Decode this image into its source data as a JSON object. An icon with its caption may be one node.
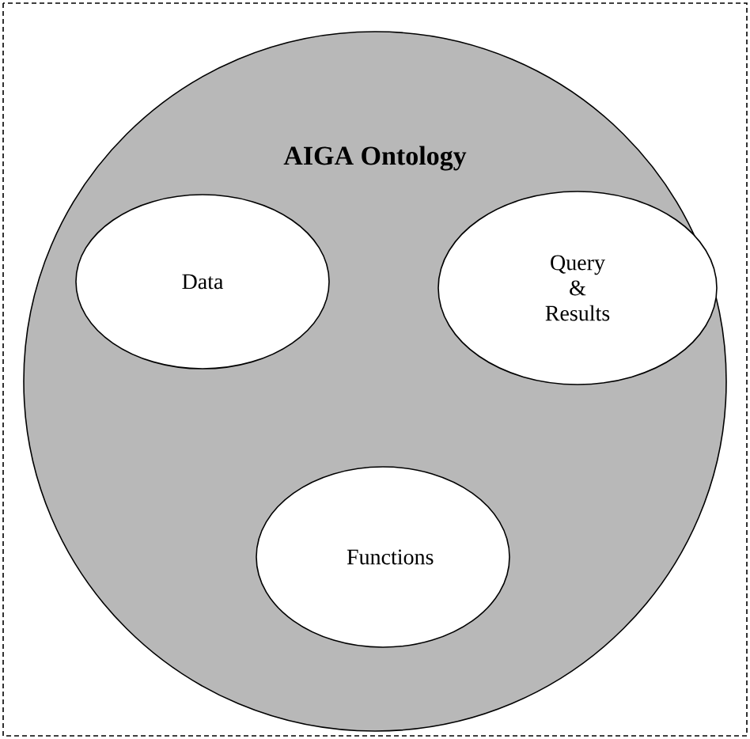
{
  "diagram": {
    "nodes": [
      {
        "text": [
          "AIGA Ontology"
        ]
      },
      {
        "text": [
          "Data"
        ],
        "in": 0
      },
      {
        "text": [
          "Query & Results"
        ],
        "in": 0
      },
      {
        "text": [
          "Functions"
        ],
        "in": 0
      }
    ]
  }
}
